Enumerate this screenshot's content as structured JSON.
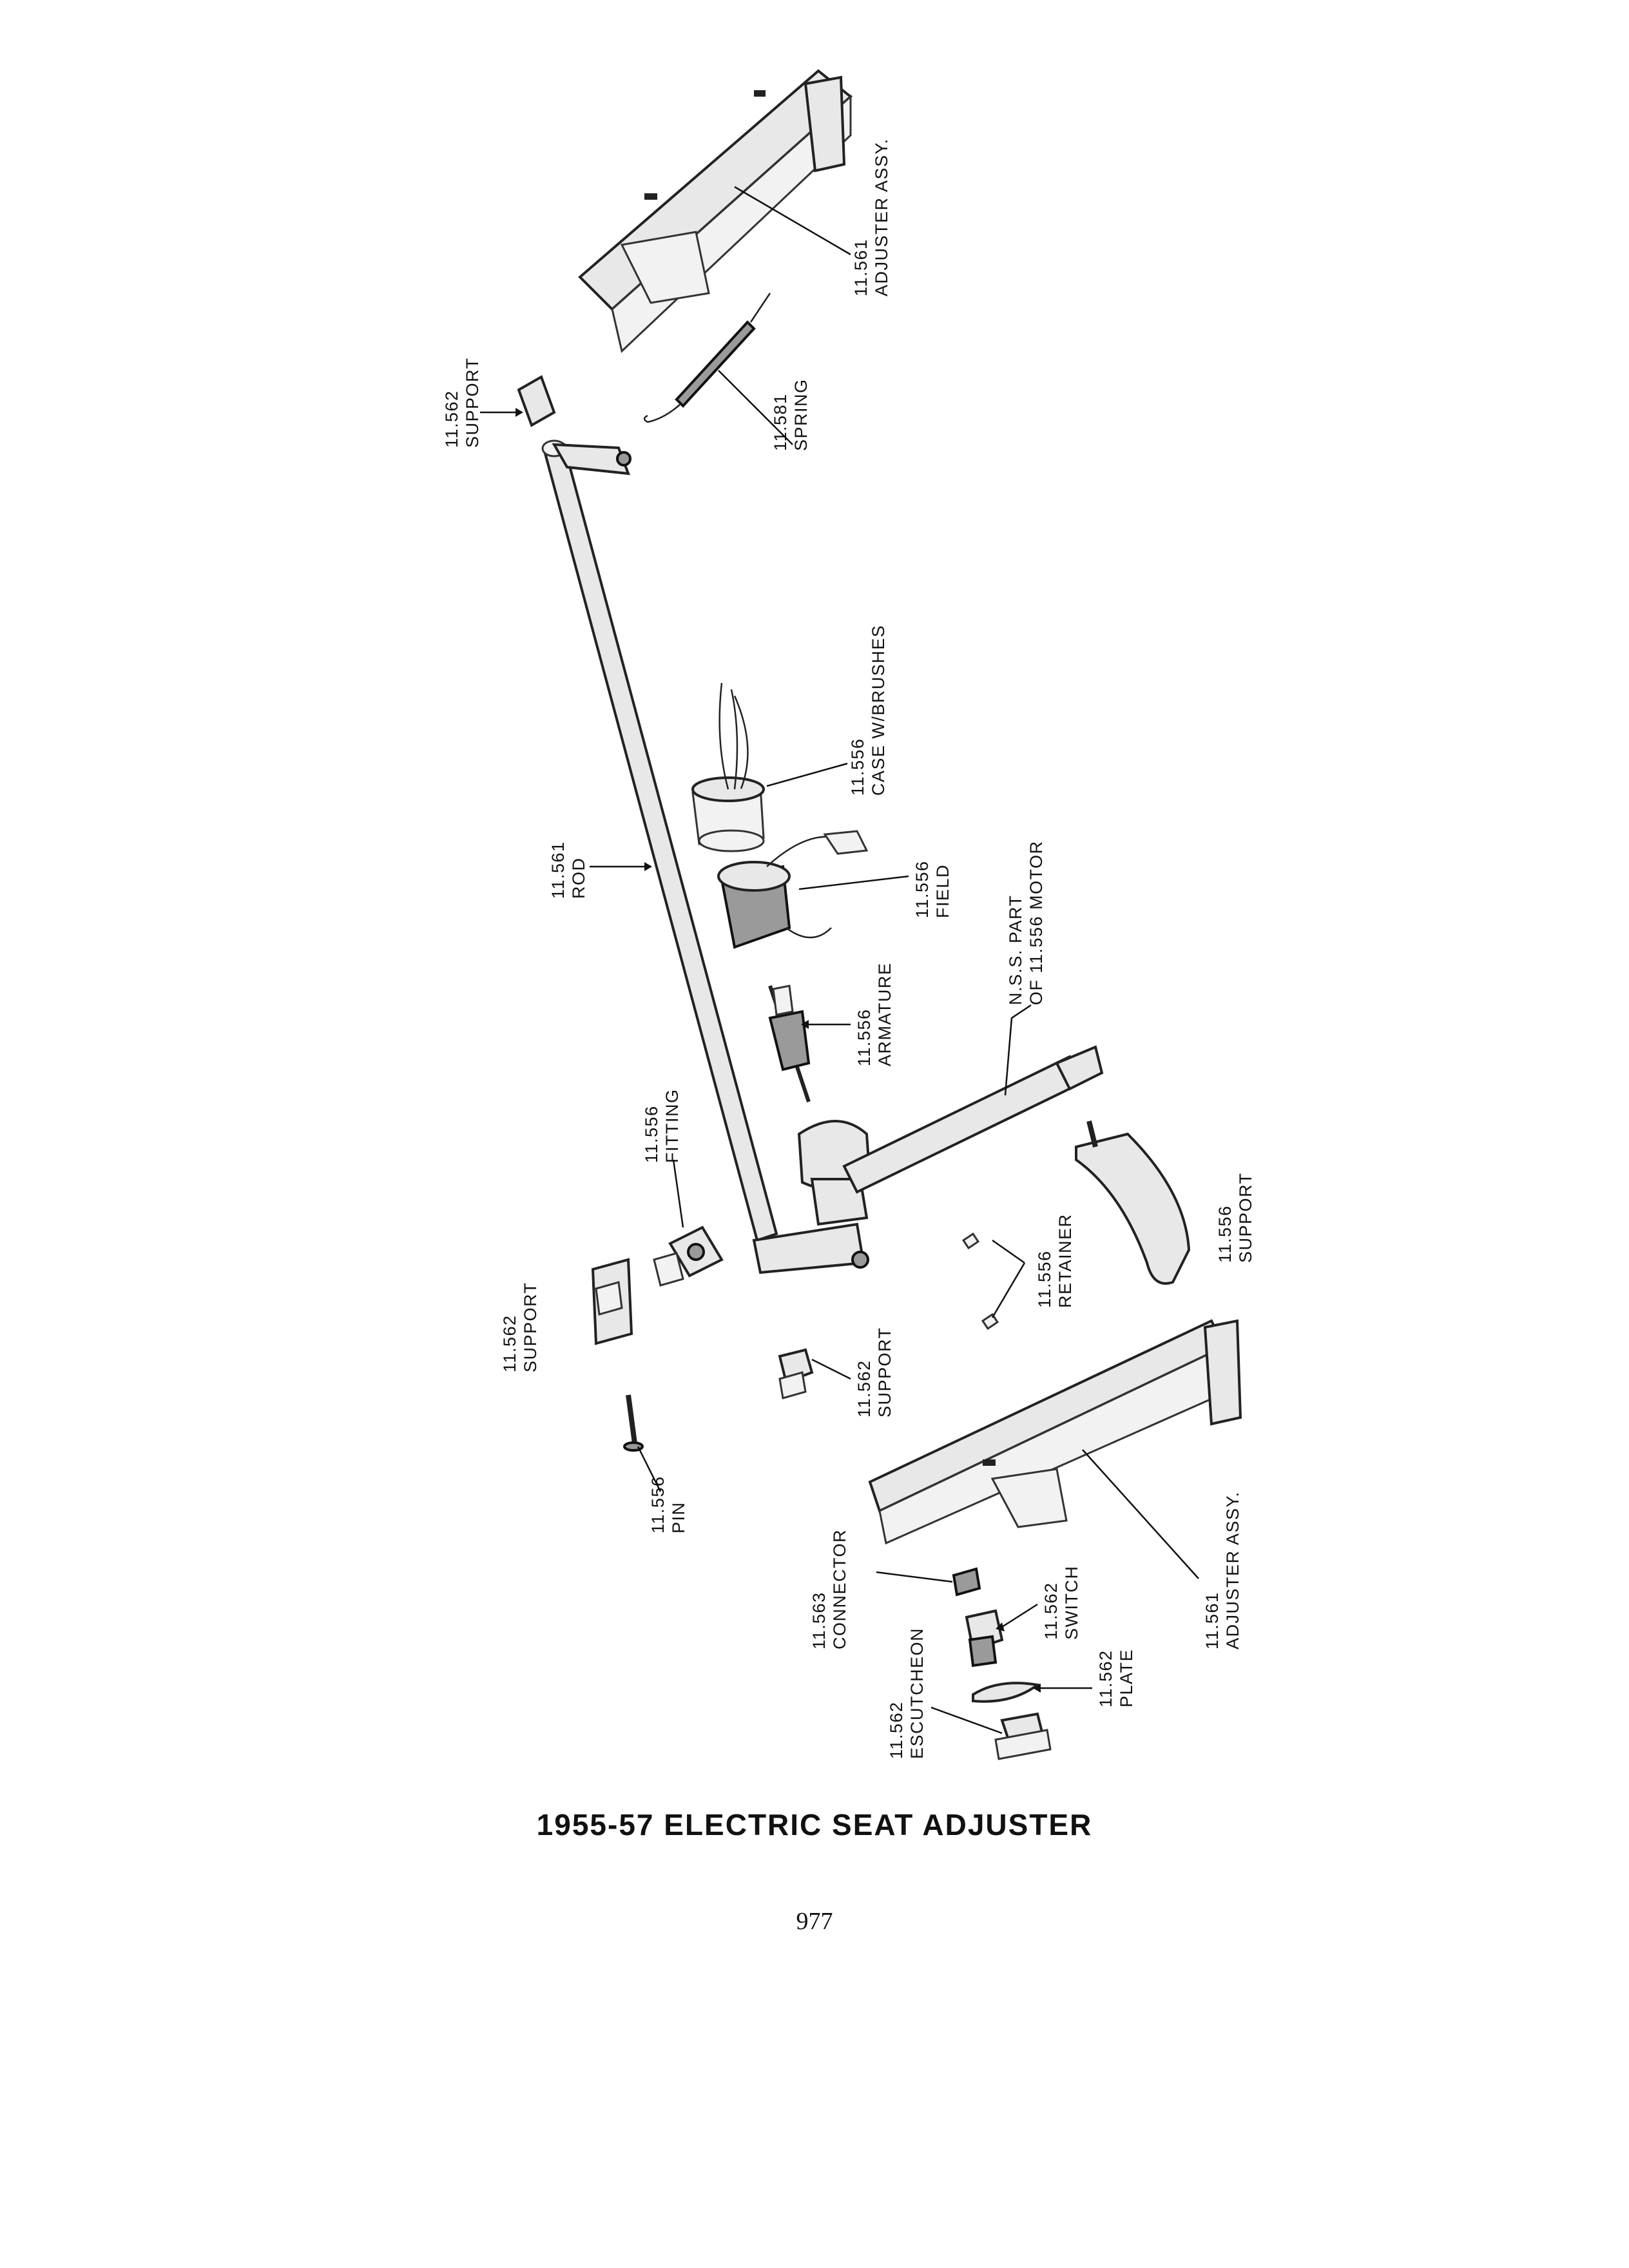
{
  "title": "1955-57 ELECTRIC SEAT ADJUSTER",
  "page_number": "977",
  "callouts": [
    {
      "id": "adjuster-top",
      "number": "11.561",
      "name": "ADJUSTER ASSY."
    },
    {
      "id": "spring",
      "number": "11.581",
      "name": "SPRING"
    },
    {
      "id": "support-top",
      "number": "11.562",
      "name": "SUPPORT"
    },
    {
      "id": "case",
      "number": "11.556",
      "name": "CASE W/BRUSHES"
    },
    {
      "id": "rod",
      "number": "11.561",
      "name": "ROD"
    },
    {
      "id": "field",
      "number": "11.556",
      "name": "FIELD"
    },
    {
      "id": "nss",
      "number": "N.S.S. PART",
      "name": "OF 11.556 MOTOR"
    },
    {
      "id": "armature",
      "number": "11.556",
      "name": "ARMATURE"
    },
    {
      "id": "fitting",
      "number": "11.556",
      "name": "FITTING"
    },
    {
      "id": "support-left",
      "number": "11.562",
      "name": "SUPPORT"
    },
    {
      "id": "support-mid",
      "number": "11.562",
      "name": "SUPPORT"
    },
    {
      "id": "retainer",
      "number": "11.556",
      "name": "RETAINER"
    },
    {
      "id": "support-right",
      "number": "11.556",
      "name": "SUPPORT"
    },
    {
      "id": "pin",
      "number": "11.556",
      "name": "PIN"
    },
    {
      "id": "adjuster-bottom",
      "number": "11.561",
      "name": "ADJUSTER ASSY."
    },
    {
      "id": "connector",
      "number": "11.563",
      "name": "CONNECTOR"
    },
    {
      "id": "switch",
      "number": "11.562",
      "name": "SWITCH"
    },
    {
      "id": "plate",
      "number": "11.562",
      "name": "PLATE"
    },
    {
      "id": "escutcheon",
      "number": "11.562",
      "name": "ESCUTCHEON"
    }
  ]
}
